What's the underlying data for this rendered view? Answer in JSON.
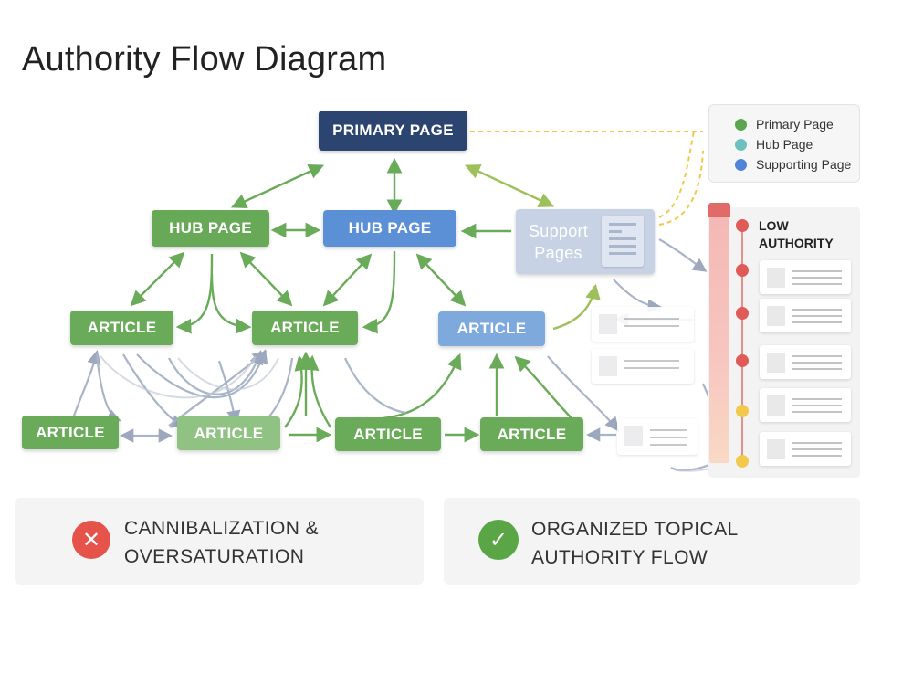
{
  "title": "Authority Flow Diagram",
  "colors": {
    "primary": "#2c4470",
    "hub_green": "#67a957",
    "hub_blue": "#5b8fd6",
    "article_blue": "#7ea9dd",
    "support": "#c7d2e4",
    "arrow_green": "#6aab59",
    "arrow_gray": "#9aa8bf",
    "dashed_yellow": "#f0c94a",
    "error_red": "#e5534b",
    "success_green": "#5aa545"
  },
  "nodes": {
    "primary": "PRIMARY PAGE",
    "hub_left": "HUB PAGE",
    "hub_center": "HUB PAGE",
    "support_line1": "Support",
    "support_line2": "Pages",
    "article_left": "ARTICLE",
    "article_center": "ARTICLE",
    "article_right": "ARTICLE",
    "article_bottom_1": "ARTICLE",
    "article_bottom_2": "ARTICLE",
    "article_bottom_3": "ARTICLE",
    "article_bottom_4": "ARTICLE"
  },
  "legend": {
    "items": [
      {
        "label": "Primary Page",
        "color": "#5aa64f"
      },
      {
        "label": "Hub Page",
        "color": "#6cc0bd"
      },
      {
        "label": "Supporting Page",
        "color": "#4f84d8"
      }
    ]
  },
  "authority_scale": {
    "label_line1": "LOW",
    "label_line2": "AUTHORITY"
  },
  "outcomes": {
    "bad_line1": "CANNIBALIZATION &",
    "bad_line2": "OVERSATURATION",
    "bad_icon": "x-icon",
    "good_line1": "ORGANIZED TOPICAL",
    "good_line2": "AUTHORITY FLOW",
    "good_icon": "check-icon"
  }
}
